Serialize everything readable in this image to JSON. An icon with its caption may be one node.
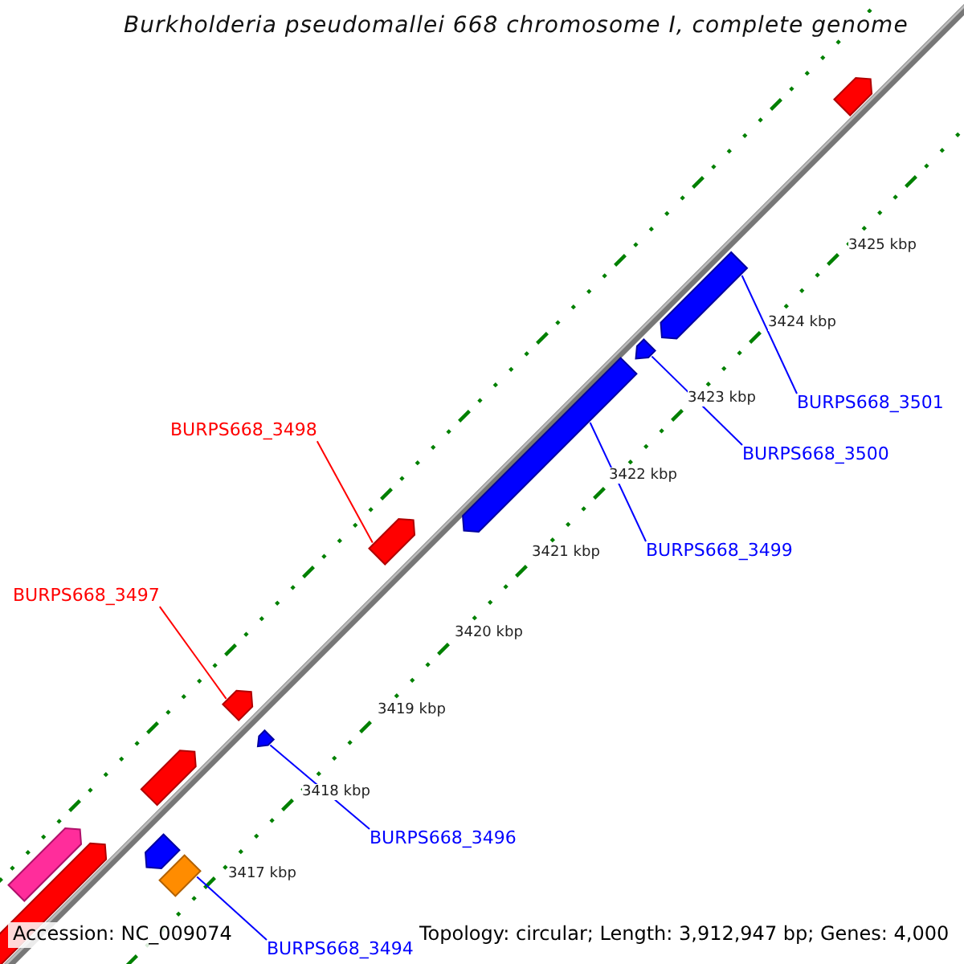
{
  "diagram": {
    "title": "Burkholderia pseudomallei 668 chromosome I, complete genome",
    "nodes": [
      {
        "text": [
          "BURPS668_3501"
        ]
      },
      {
        "text": [
          "BURPS668_3498"
        ]
      },
      {
        "text": [
          "BURPS668_3500"
        ]
      },
      {
        "text": [
          "BURPS668_3499"
        ]
      },
      {
        "text": [
          "BURPS668_3497"
        ]
      },
      {
        "text": [
          "BURPS668_3496"
        ]
      },
      {
        "text": [
          "BURPS668_3494"
        ]
      },
      {
        "text": [],
        "shape": "arrow"
      },
      {
        "text": [],
        "shape": "arrow"
      },
      {
        "text": [],
        "shape": "arrow"
      },
      {
        "text": [],
        "shape": "arrow"
      },
      {
        "text": [],
        "shape": "arrow"
      },
      {
        "text": [],
        "shape": "arrow"
      },
      {
        "text": [],
        "shape": "arrow"
      },
      {
        "text": [],
        "shape": "arrow"
      },
      {
        "text": [],
        "shape": "arrow"
      },
      {
        "text": [],
        "shape": "box"
      },
      {
        "text": [],
        "shape": "arrow"
      },
      {
        "text": [],
        "shape": "arrow"
      }
    ],
    "edges": [
      {
        "from": 0,
        "to": 8,
        "arrow": "none"
      },
      {
        "from": 1,
        "to": 11,
        "arrow": "none",
        "color": "#ff0000"
      },
      {
        "from": 2,
        "to": 9,
        "arrow": "none"
      },
      {
        "from": 3,
        "to": 10,
        "arrow": "none"
      },
      {
        "from": 4,
        "to": 12,
        "arrow": "none",
        "color": "#ff0000"
      },
      {
        "from": 5,
        "to": 13,
        "arrow": "none"
      },
      {
        "from": 6,
        "to": 16,
        "arrow": "none"
      }
    ],
    "labels": [
      "3425 kbp",
      "3424 kbp",
      "3423 kbp",
      "3422 kbp",
      "3421 kbp",
      "3420 kbp",
      "3419 kbp",
      "3418 kbp",
      "3417 kbp",
      "Accession: NC_009074",
      "Topology: circular; Length: 3,912,947 bp; Genes: 4,000"
    ]
  }
}
